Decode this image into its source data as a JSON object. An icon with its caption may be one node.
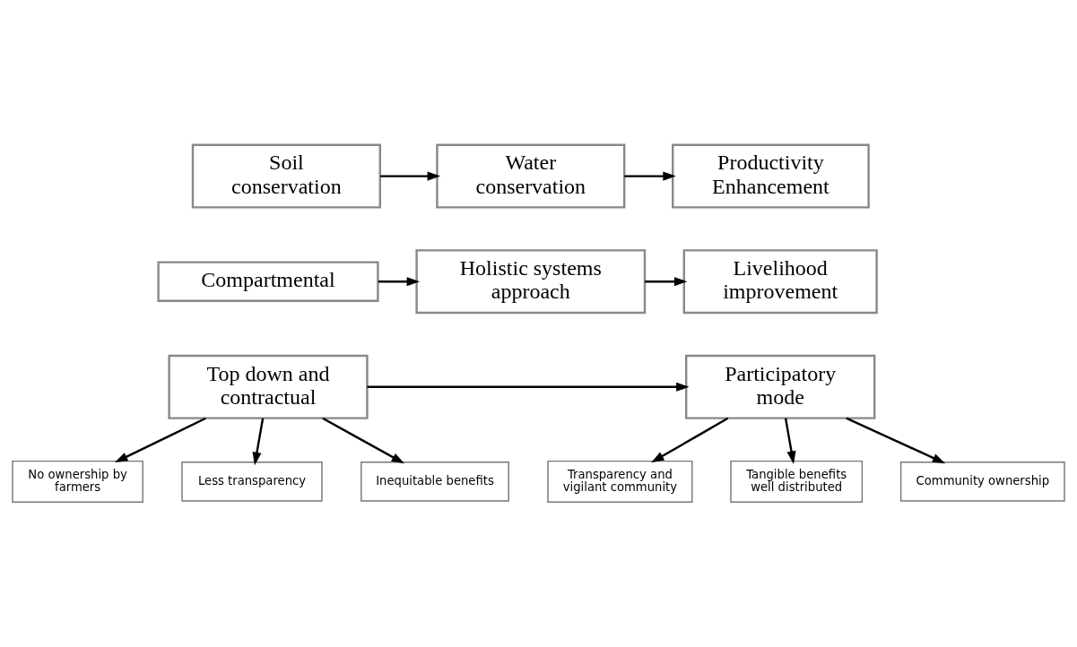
{
  "diagram": {
    "nodes": [
      {
        "text": [
          "Soil conservation"
        ]
      },
      {
        "text": [
          "Water conservation"
        ]
      },
      {
        "text": [
          "Productivity Enhancement"
        ]
      },
      {
        "text": [
          "Compartmental"
        ]
      },
      {
        "text": [
          "Holistic systems approach"
        ]
      },
      {
        "text": [
          "Livelihood improvement"
        ]
      },
      {
        "text": [
          "Top down and contractual"
        ]
      },
      {
        "text": [
          "Participatory mode"
        ]
      },
      {
        "text": [
          "No ownership by farmers"
        ]
      },
      {
        "text": [
          "Less transparency"
        ]
      },
      {
        "text": [
          "Inequitable benefits"
        ]
      },
      {
        "text": [
          "Transparency and vigilant community"
        ]
      },
      {
        "text": [
          "Tangible benefits well distributed"
        ]
      },
      {
        "text": [
          "Community ownership"
        ]
      }
    ],
    "edges": [
      {
        "from": 0,
        "to": 1,
        "arrow": "to"
      },
      {
        "from": 1,
        "to": 2,
        "arrow": "to"
      },
      {
        "from": 3,
        "to": 4,
        "arrow": "to"
      },
      {
        "from": 4,
        "to": 5,
        "arrow": "to"
      },
      {
        "from": 6,
        "to": 7,
        "arrow": "to"
      },
      {
        "from": 6,
        "to": 8,
        "arrow": "to"
      },
      {
        "from": 6,
        "to": 9,
        "arrow": "to"
      },
      {
        "from": 6,
        "to": 10,
        "arrow": "to"
      },
      {
        "from": 7,
        "to": 11,
        "arrow": "to"
      },
      {
        "from": 7,
        "to": 12,
        "arrow": "to"
      },
      {
        "from": 7,
        "to": 13,
        "arrow": "to"
      }
    ]
  }
}
